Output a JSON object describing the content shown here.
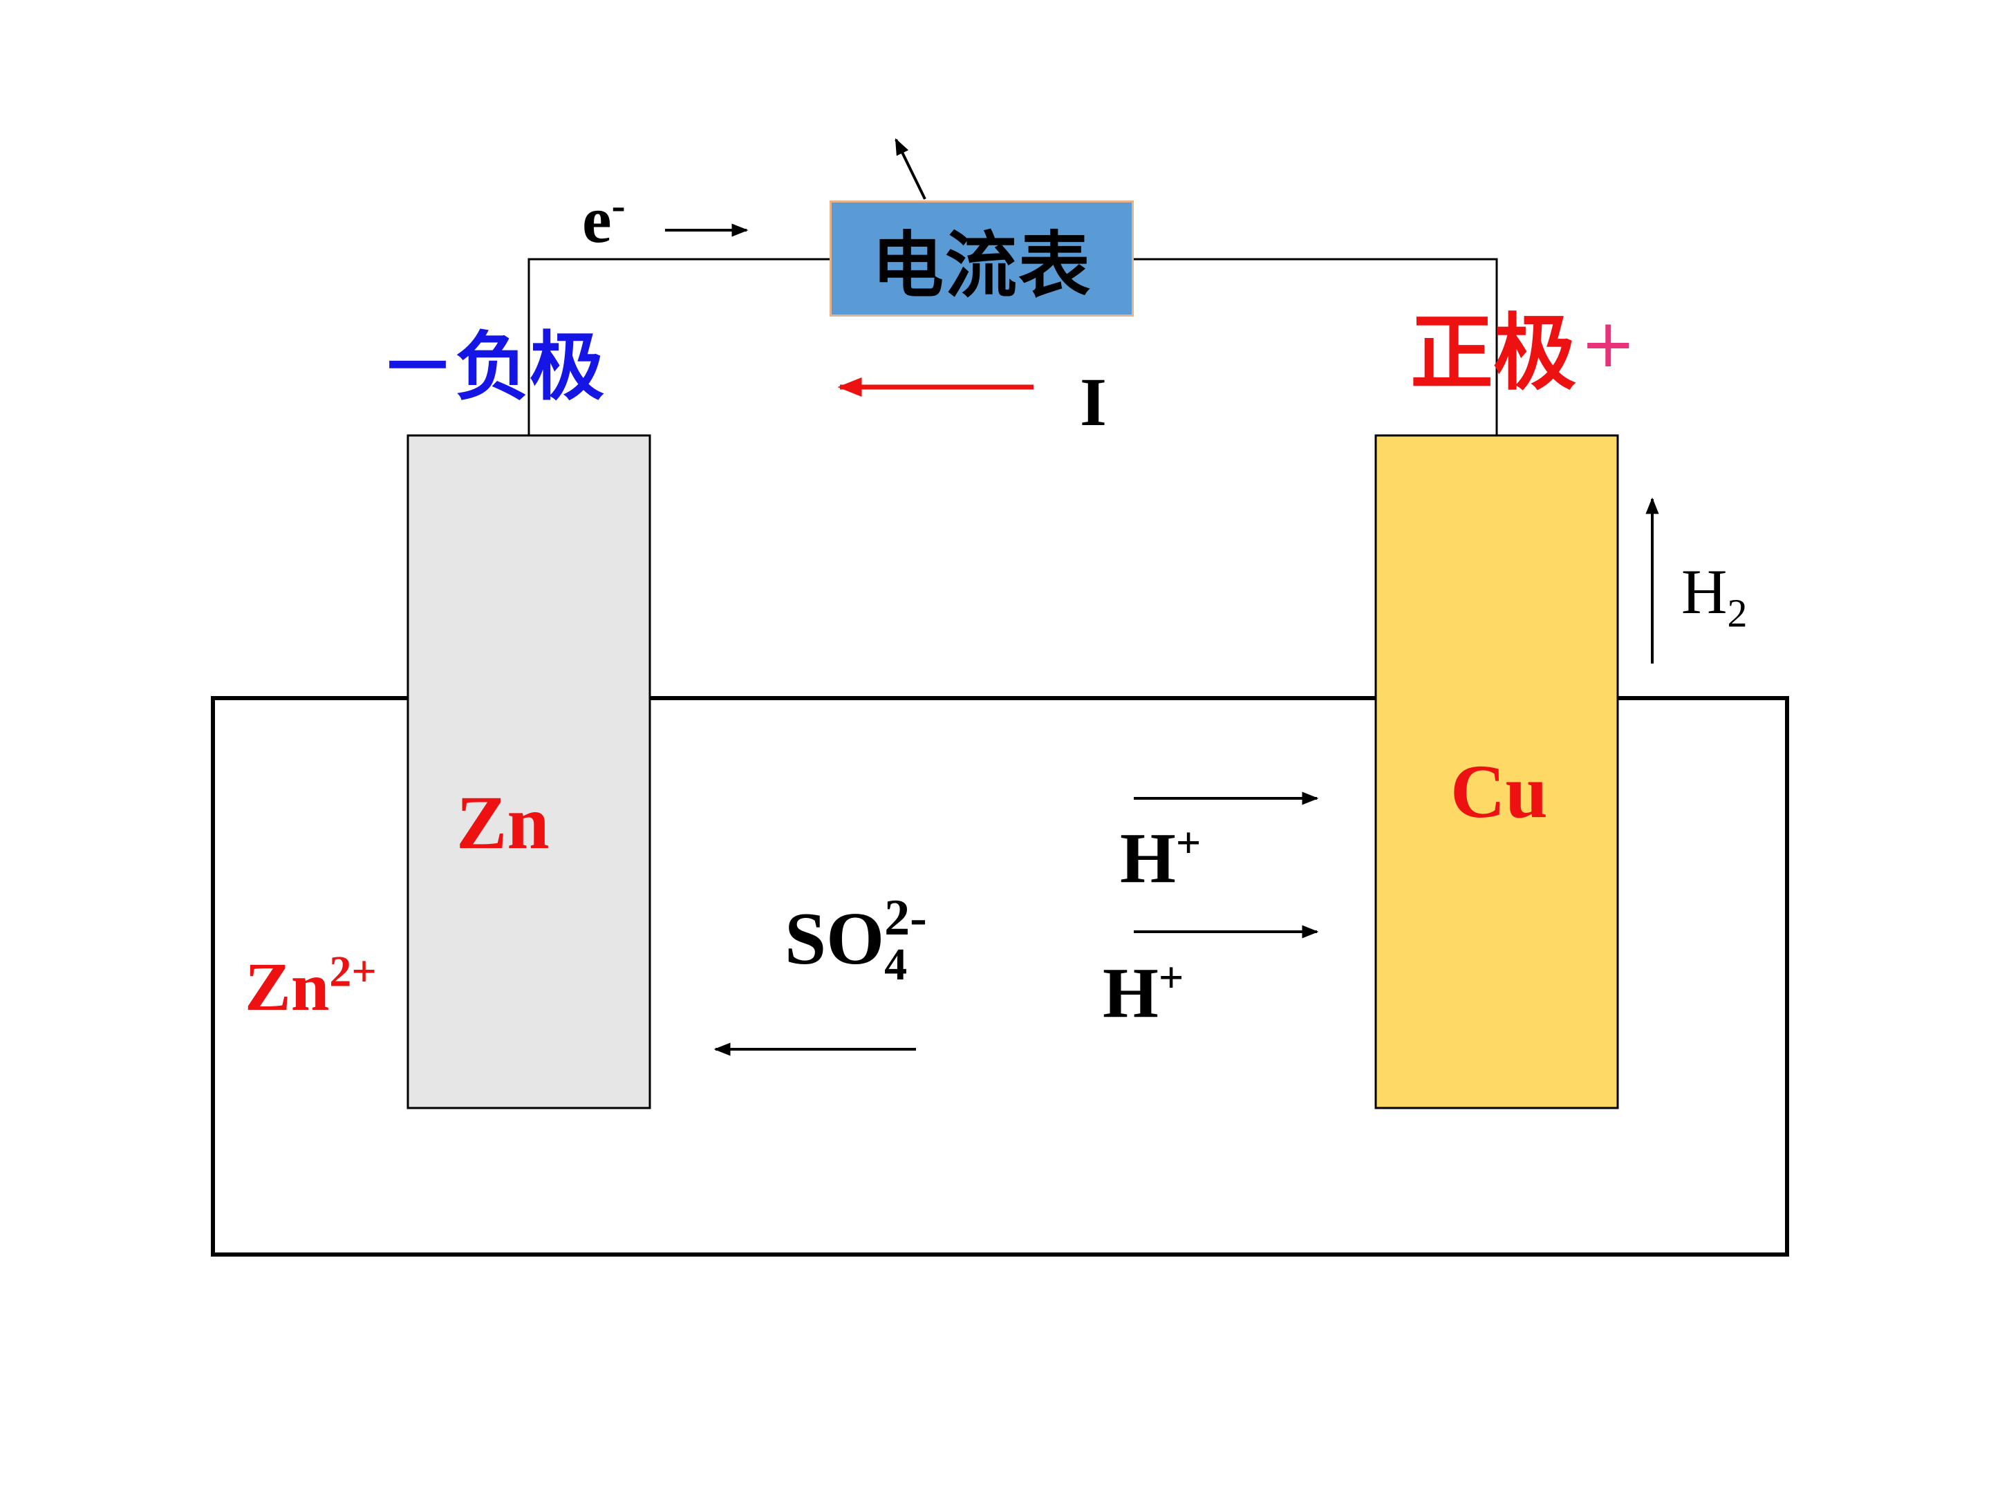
{
  "ammeter": {
    "label": "电流表"
  },
  "electrodes": {
    "negative": {
      "sign": "－",
      "label": "负极",
      "metal": "Zn"
    },
    "positive": {
      "label": "正极",
      "sign": "+",
      "metal": "Cu"
    }
  },
  "electron_flow": {
    "base": "e",
    "charge": "-"
  },
  "current": {
    "label": "I"
  },
  "ions": {
    "zinc": {
      "base": "Zn",
      "charge": "2+"
    },
    "sulfate": {
      "base": "SO",
      "subscript": "4",
      "charge": "2-"
    },
    "hydrogen_1": {
      "base": "H",
      "charge": "+"
    },
    "hydrogen_2": {
      "base": "H",
      "charge": "+"
    }
  },
  "gas": {
    "base": "H",
    "subscript": "2"
  },
  "colors": {
    "zinc_electrode": "#e6e6e6",
    "copper_electrode": "#ffd966",
    "ammeter": "#5b9bd5",
    "ammeter_border": "#e6b48a",
    "negative_label": "#1515e6",
    "positive_label": "#ee1111",
    "positive_sign": "#e8337a",
    "current_arrow": "#ee1111",
    "ion_red": "#ee1111"
  }
}
